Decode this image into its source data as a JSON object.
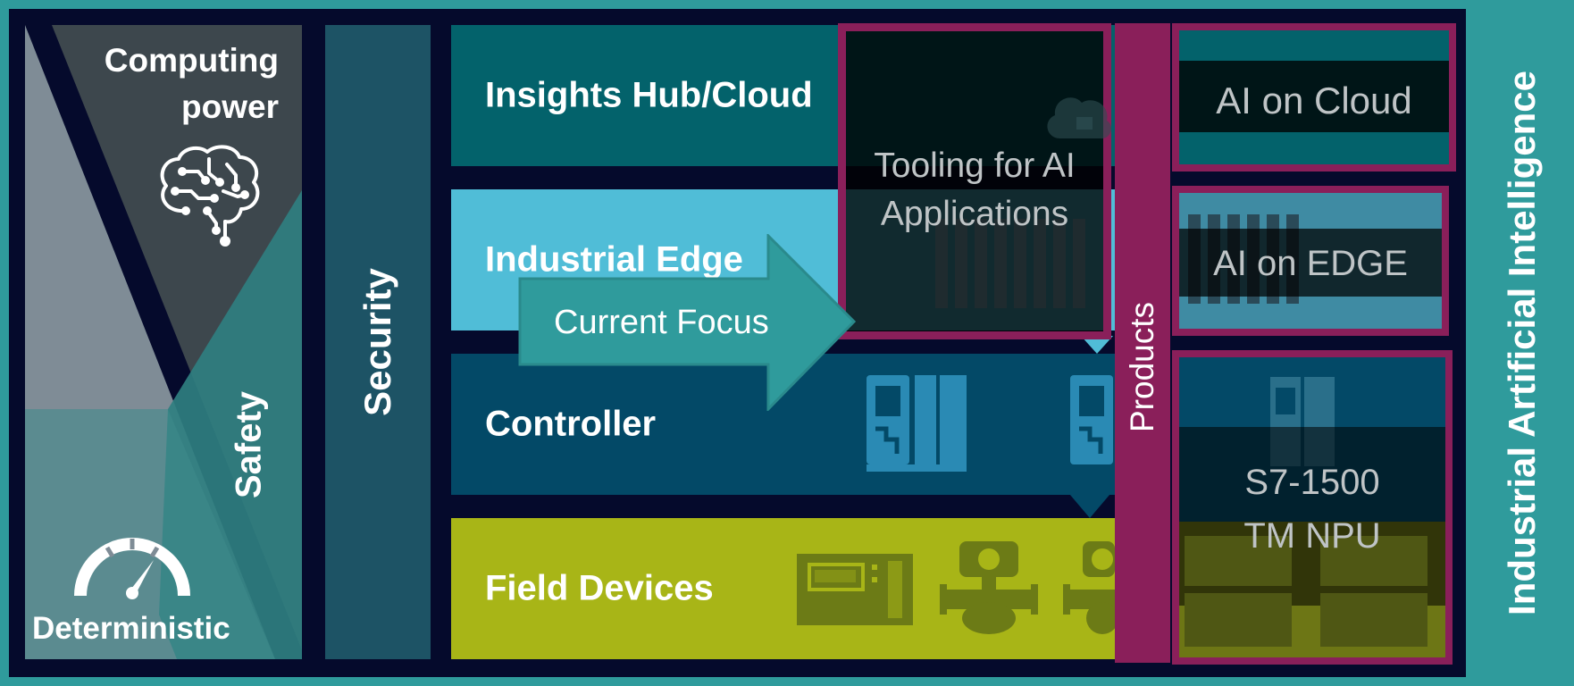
{
  "left_panel": {
    "computing_power": [
      "Computing",
      "power"
    ],
    "safety": "Safety",
    "deterministic": "Deterministic",
    "brain_icon": "brain-circuit-icon",
    "gauge_icon": "speedometer-gauge-icon"
  },
  "security_label": "Security",
  "layers": {
    "cloud": "Insights Hub/Cloud",
    "edge": "Industrial Edge",
    "controller": "Controller",
    "field": "Field Devices"
  },
  "arrow_label": "Current Focus",
  "tooling": [
    "Tooling for AI",
    "Applications"
  ],
  "products_label": "Products",
  "right": {
    "cloud": "AI on Cloud",
    "edge": "AI on EDGE",
    "npu": [
      "S7-1500",
      "TM NPU"
    ]
  },
  "side_title": "Industrial Artificial Intelligence",
  "icons": {
    "controller": "plc-controller-icon",
    "field_panel": "field-panel-device-icon",
    "flowmeter": "flowmeter-icon",
    "cloud": "cloud-icon"
  },
  "colors": {
    "background": "#2f9b9c",
    "frame": "#050a2c",
    "security": "#1d5365",
    "cloud_layer": "#03626b",
    "edge_layer": "#50bdd7",
    "controller_layer": "#034967",
    "field_layer": "#a8b517",
    "accent_magenta": "#8a1f5a",
    "arrow": "#2f9b9c"
  }
}
